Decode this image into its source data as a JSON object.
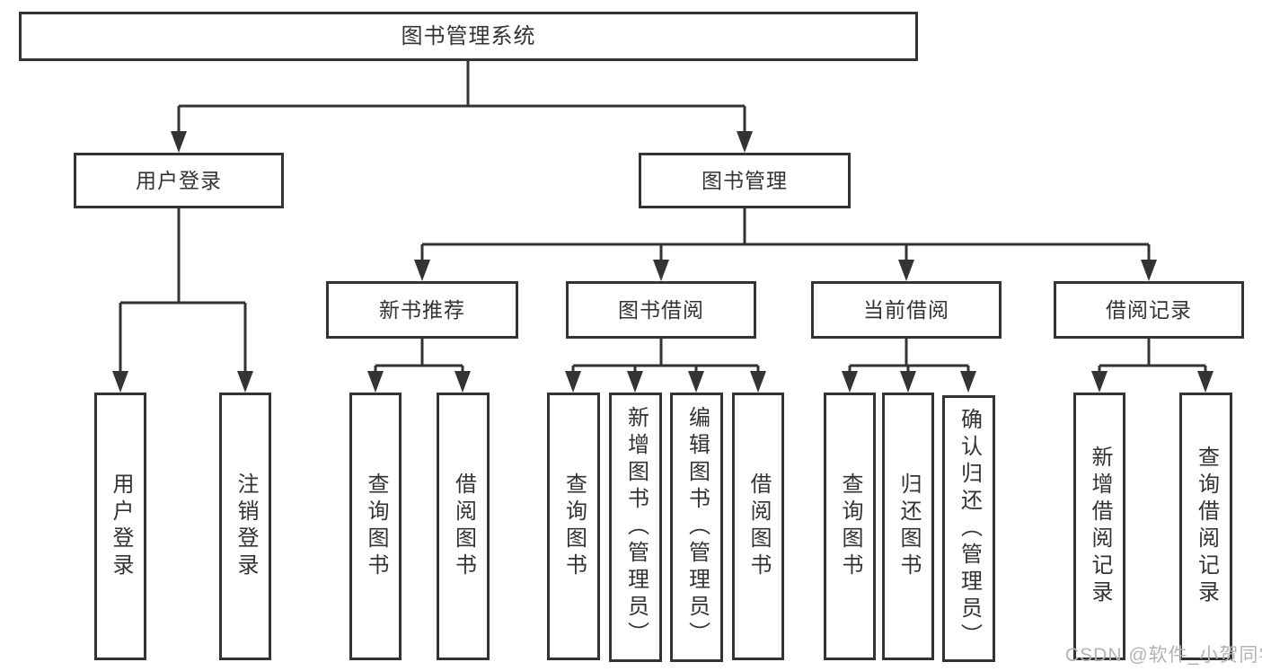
{
  "root": {
    "label": "图书管理系统"
  },
  "login": {
    "label": "用户登录",
    "children": [
      {
        "label": "用户登录"
      },
      {
        "label": "注销登录"
      }
    ]
  },
  "management": {
    "label": "图书管理",
    "modules": [
      {
        "label": "新书推荐",
        "children": [
          {
            "label": "查询图书"
          },
          {
            "label": "借阅图书"
          }
        ]
      },
      {
        "label": "图书借阅",
        "children": [
          {
            "label": "查询图书"
          },
          {
            "label": "新增图书（管理员）"
          },
          {
            "label": "编辑图书（管理员）"
          },
          {
            "label": "借阅图书"
          }
        ]
      },
      {
        "label": "当前借阅",
        "children": [
          {
            "label": "查询图书"
          },
          {
            "label": "归还图书"
          },
          {
            "label": "确认归还（管理员）"
          }
        ]
      },
      {
        "label": "借阅记录",
        "children": [
          {
            "label": "新增借阅记录"
          },
          {
            "label": "查询借阅记录"
          }
        ]
      }
    ]
  },
  "watermark": {
    "text": "CSDN @软件_小贺同学"
  },
  "colors": {
    "line": "#333333",
    "text": "#333333",
    "node_background": "#ffffff",
    "background": "#ffffff",
    "watermark": "#b3b3b3"
  }
}
